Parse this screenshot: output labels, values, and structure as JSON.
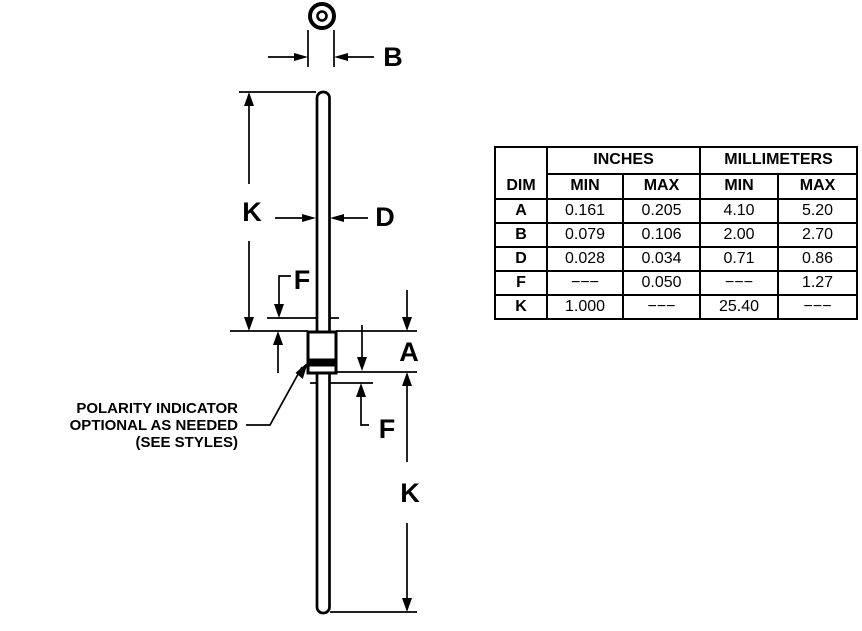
{
  "drawing": {
    "labels": {
      "b": "B",
      "k_upper": "K",
      "d": "D",
      "f_upper": "F",
      "a": "A",
      "f_lower": "F",
      "k_lower": "K"
    },
    "polarity_note": {
      "line1": "POLARITY INDICATOR",
      "line2": "OPTIONAL AS NEEDED",
      "line3": "(SEE STYLES)"
    }
  },
  "table": {
    "dim_header": "DIM",
    "col_groups": {
      "inches": "INCHES",
      "millimeters": "MILLIMETERS"
    },
    "sub_headers": [
      "MIN",
      "MAX",
      "MIN",
      "MAX"
    ],
    "rows": [
      {
        "dim": "A",
        "values": [
          "0.161",
          "0.205",
          "4.10",
          "5.20"
        ]
      },
      {
        "dim": "B",
        "values": [
          "0.079",
          "0.106",
          "2.00",
          "2.70"
        ]
      },
      {
        "dim": "D",
        "values": [
          "0.028",
          "0.034",
          "0.71",
          "0.86"
        ]
      },
      {
        "dim": "F",
        "values": [
          "−−−",
          "0.050",
          "−−−",
          "1.27"
        ]
      },
      {
        "dim": "K",
        "values": [
          "1.000",
          "−−−",
          "25.40",
          "−−−"
        ]
      }
    ]
  },
  "colors": {
    "ink": "#000000",
    "background": "#ffffff"
  }
}
